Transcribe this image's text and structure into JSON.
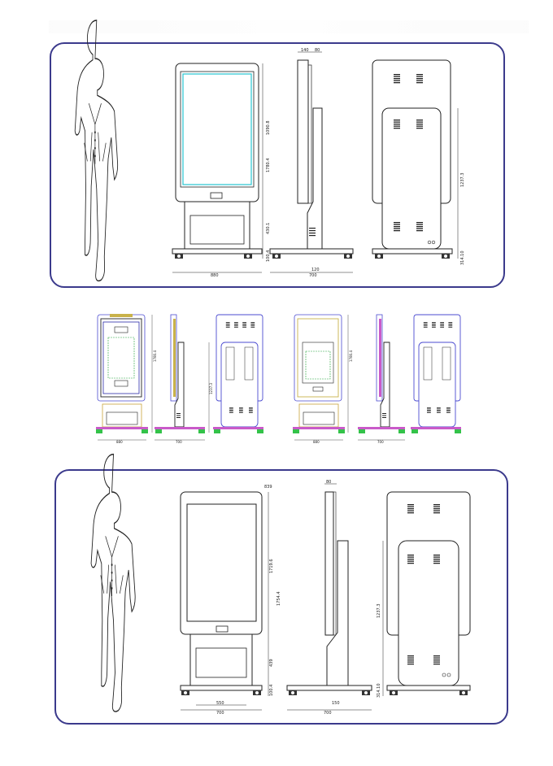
{
  "sheet": {
    "top": {
      "front": {
        "total_height": "1780.4",
        "screen_height": "1090.8",
        "base_height": "430.1",
        "caster": "100.4",
        "base_width": "880"
      },
      "side": {
        "depth": "140",
        "top_offset": "80",
        "foot_depth": "700",
        "post": "120"
      },
      "back": {
        "panel_height": "1237.3",
        "caster": "314.10"
      }
    },
    "middle": {
      "left_front": {
        "height": "1780.4",
        "width": "880"
      },
      "left_side": {
        "height": "1237.3",
        "width": "700"
      },
      "right_front": {
        "height": "1780.4",
        "width": "880"
      },
      "right_side": {
        "width": "700"
      }
    },
    "bottom": {
      "front": {
        "top_margin": "839",
        "screen_height": "1719.6",
        "total_height": "1754.4",
        "base_height": "439",
        "caster": "100.4",
        "inner_width": "550",
        "base_width": "700"
      },
      "side": {
        "depth": "80",
        "post": "150",
        "foot_depth": "700"
      },
      "back": {
        "panel_height": "1237.3",
        "caster": "314.10"
      }
    }
  }
}
